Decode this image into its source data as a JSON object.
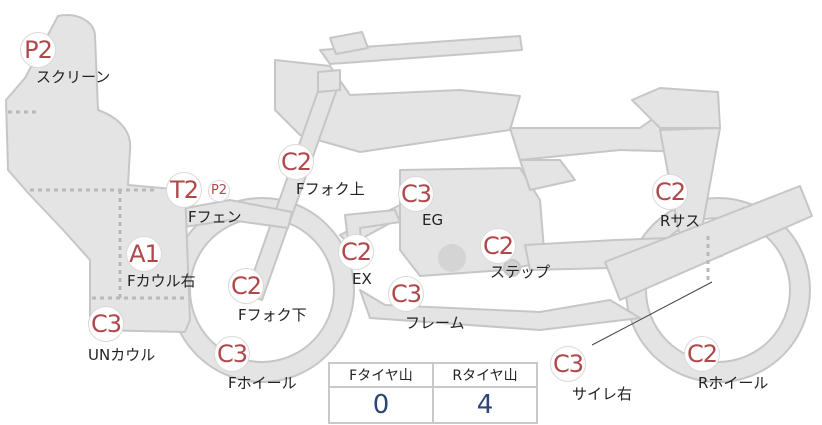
{
  "parts": [
    {
      "code": "P2",
      "name": "スクリーン"
    },
    {
      "code": "T2",
      "name": "Fフェン",
      "sub_code": "P2"
    },
    {
      "code": "A1",
      "name": "Fカウル右"
    },
    {
      "code": "C3",
      "name": "UNカウル"
    },
    {
      "code": "C2",
      "name": "Fフォク上"
    },
    {
      "code": "C2",
      "name": "Fフォク下"
    },
    {
      "code": "C3",
      "name": "Fホイール"
    },
    {
      "code": "C3",
      "name": "EG"
    },
    {
      "code": "C2",
      "name": "EX"
    },
    {
      "code": "C3",
      "name": "フレーム"
    },
    {
      "code": "C2",
      "name": "ステップ"
    },
    {
      "code": "C2",
      "name": "Rサス"
    },
    {
      "code": "C3",
      "name": "サイレ右"
    },
    {
      "code": "C2",
      "name": "Rホイール"
    }
  ],
  "tire_table": {
    "headers": [
      "Fタイヤ山",
      "Rタイヤ山"
    ],
    "values": [
      "0",
      "4"
    ]
  },
  "colors": {
    "part_fill": "#e4e4e4",
    "part_stroke": "#c4c4c4",
    "badge_text": "#b0484a",
    "value_text": "#2e4676"
  }
}
